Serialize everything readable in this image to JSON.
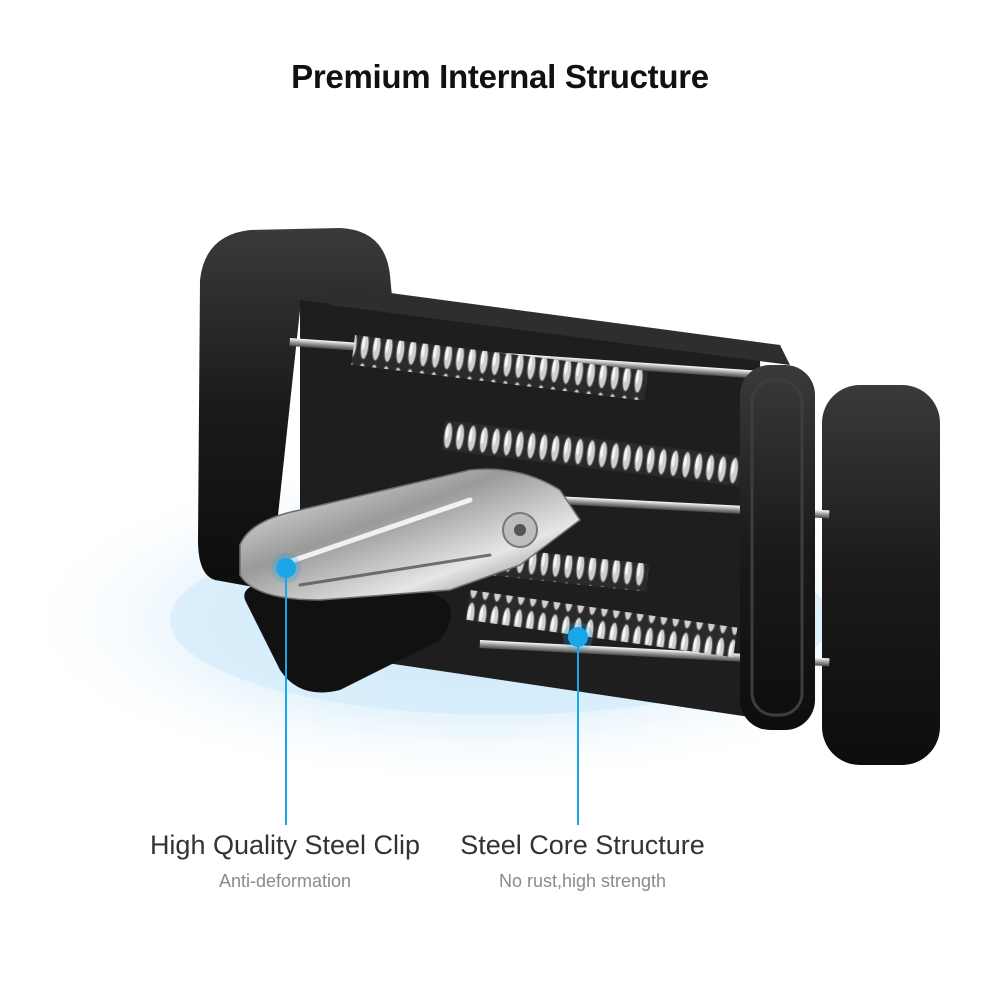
{
  "title": "Premium Internal Structure",
  "callouts": {
    "clip": {
      "title": "High Quality Steel Clip",
      "subtitle": "Anti-deformation"
    },
    "core": {
      "title": "Steel Core Structure",
      "subtitle": "No rust,high strength"
    }
  },
  "colors": {
    "accent": "#1aa7e8",
    "housing": "#1c1c1c",
    "glow": "#d9eefb"
  }
}
